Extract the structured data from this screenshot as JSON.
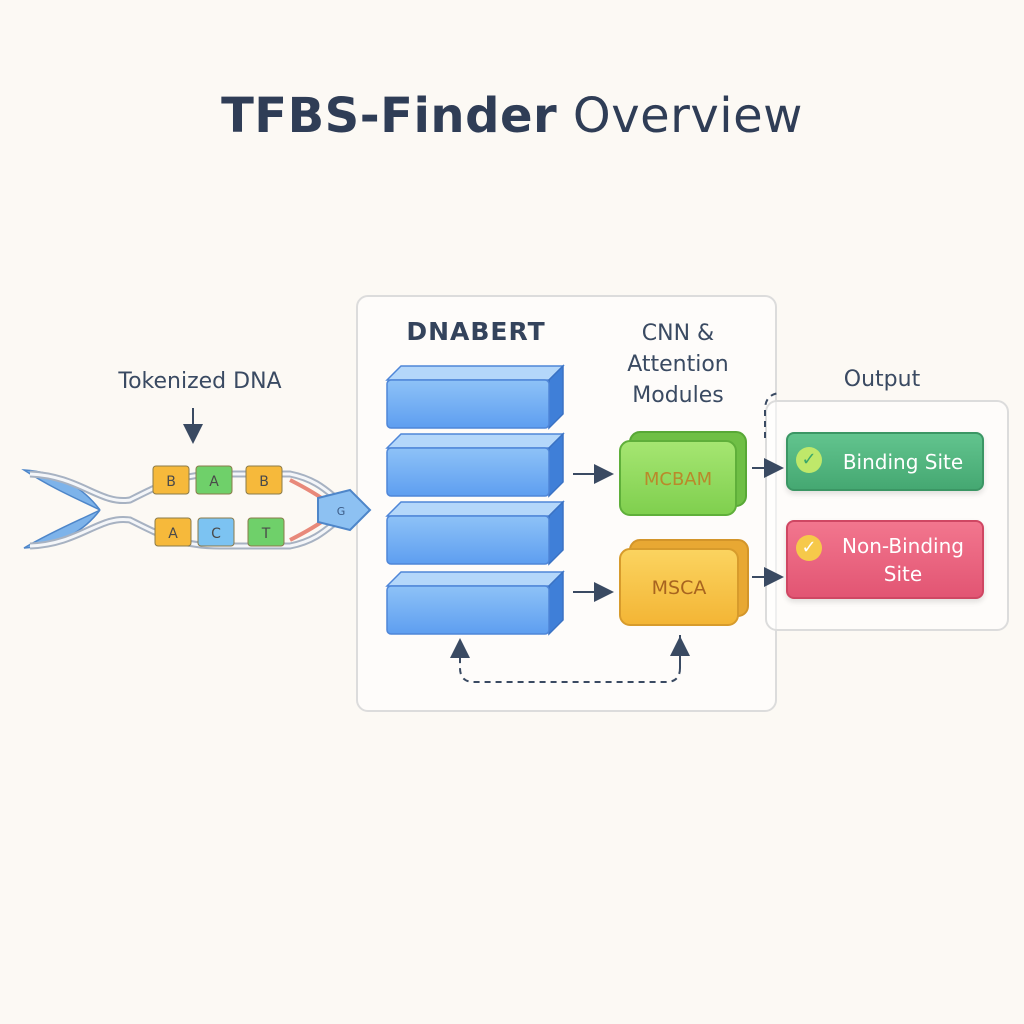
{
  "title": {
    "bold": "TFBS-Finder",
    "light": " Overview"
  },
  "input": {
    "label": "Tokenized DNA",
    "top_tokens": [
      "B",
      "A",
      "B"
    ],
    "bottom_tokens": [
      "A",
      "C",
      "T"
    ],
    "end_token": "G",
    "token_colors": {
      "orange": "#f6b93b",
      "green": "#6fd06a",
      "blue": "#7cc3f2"
    }
  },
  "dnabert": {
    "label": "DNABERT",
    "layer_count": 4,
    "layer_color": "#6aa8f5"
  },
  "modules": {
    "label": "CNN & Attention Modules",
    "label_lines": [
      "CNN &",
      "Attention",
      "Modules"
    ],
    "mcbam": {
      "label": "MCBAM",
      "color": "#8edb5e"
    },
    "msca": {
      "label": "MSCA",
      "color": "#f7c44c"
    }
  },
  "output": {
    "label": "Output",
    "binding": {
      "label": "Binding Site",
      "color": "#52b57f"
    },
    "non_binding": {
      "label": "Non-Binding Site",
      "label_lines": [
        "Non-Binding",
        "Site"
      ],
      "color": "#ea6580"
    }
  }
}
